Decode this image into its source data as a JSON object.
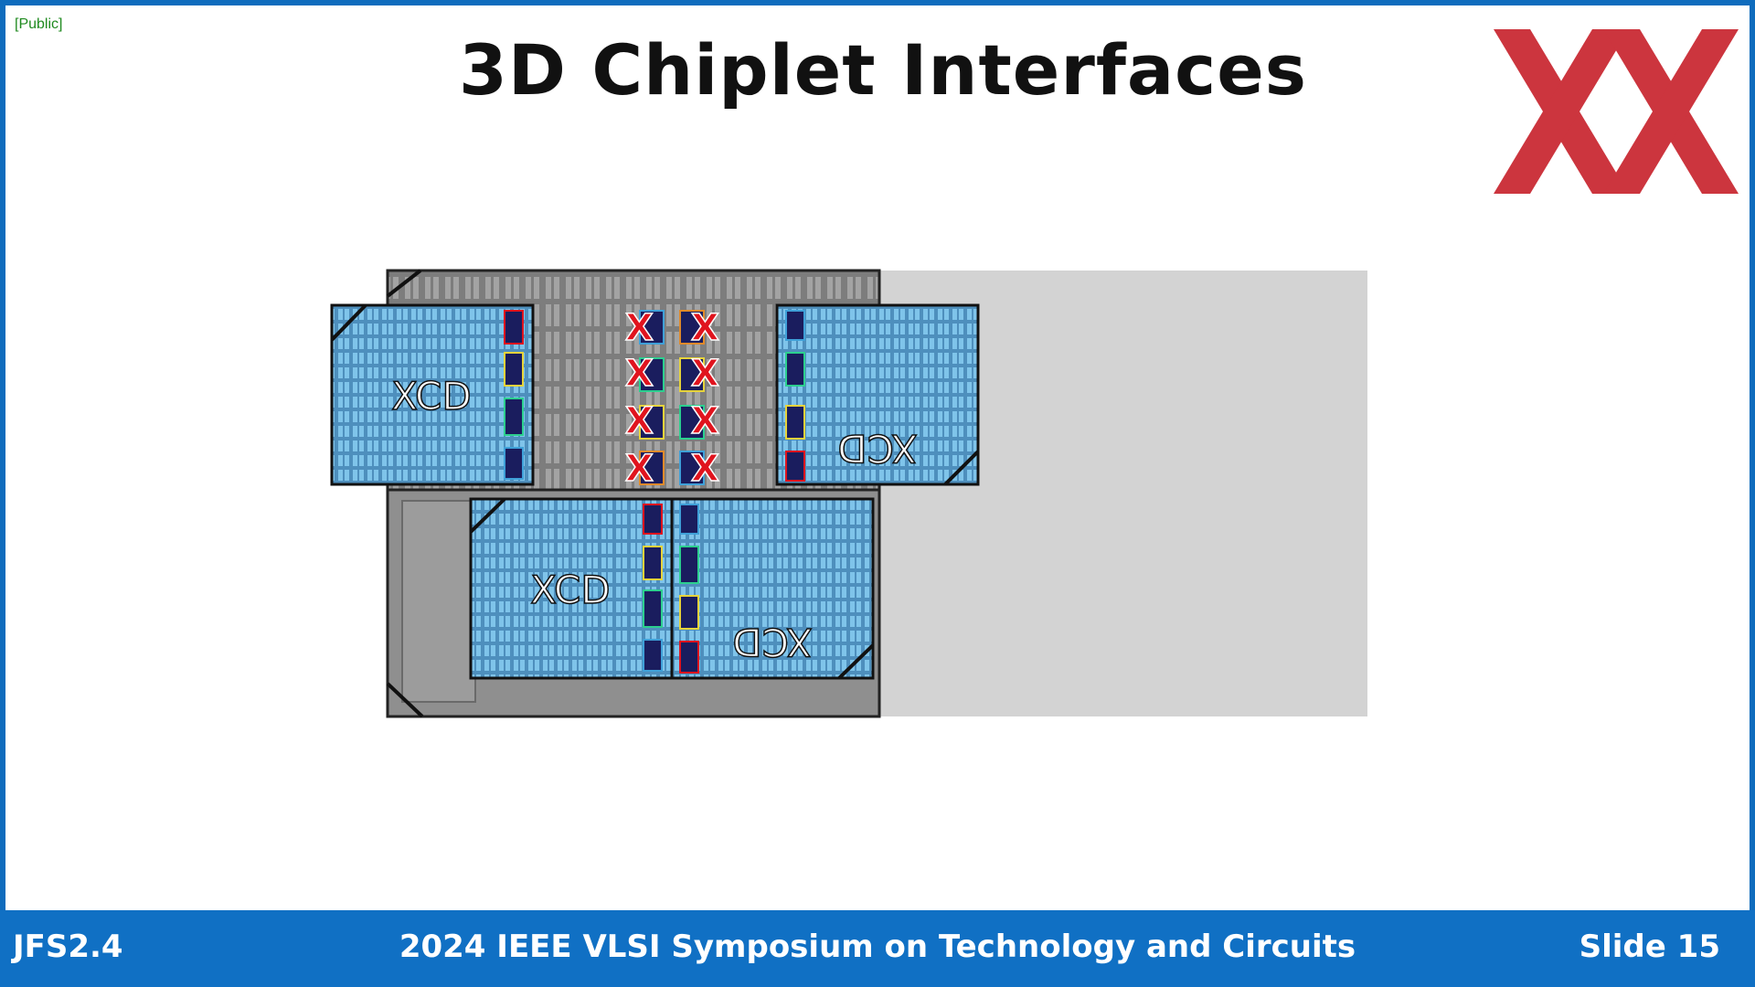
{
  "header": {
    "classification": "[Public]",
    "title": "3D Chiplet Interfaces"
  },
  "logo": {
    "name": "red-xx-logo",
    "color": "#c8242e"
  },
  "diagram": {
    "die_labels": [
      "XCD",
      "XCD",
      "XCD",
      "XCD"
    ],
    "mirrored": [
      false,
      true,
      false,
      true
    ],
    "disabled_marker": "X",
    "colors": {
      "die_fill": "#5ea9d6",
      "die_border": "#111111",
      "base_die": "#8a8a8a",
      "shaded_region": "#d3d3d3",
      "marker": "#e0141e",
      "pad": "#1a1d5e"
    }
  },
  "footer": {
    "session": "JFS2.4",
    "conference": "2024 IEEE VLSI Symposium on Technology and Circuits",
    "slide": "Slide 15"
  }
}
